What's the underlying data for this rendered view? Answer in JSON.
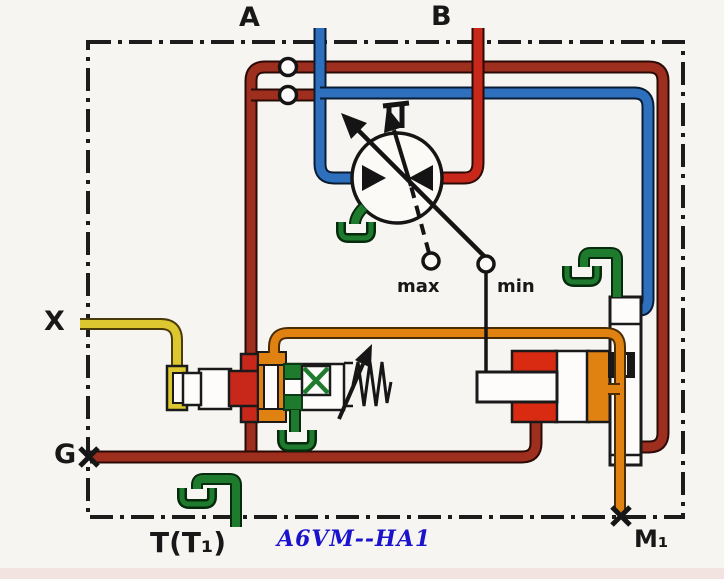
{
  "diagram": {
    "model_label": "A6VM--HA1",
    "ports": {
      "a": "A",
      "b": "B",
      "x": "X",
      "g": "G",
      "t": "T(T₁)",
      "m1": "M₁"
    },
    "displacement_labels": {
      "max": "max",
      "min": "min"
    },
    "colors": {
      "pressure_red": "#c8281a",
      "control_dark_red": "#9e2f1e",
      "line_blue": "#2e6fbe",
      "control_orange": "#e08212",
      "pilot_yellow": "#ddc730",
      "drain_green": "#1e7a2d",
      "line_black": "#1a1a1a",
      "title_blue": "#1a12cc",
      "background": "#f7f5f1"
    },
    "symbols": [
      "variable-displacement-motor",
      "drive-shaft",
      "orifice-nozzle",
      "ha1-pilot-control-valve",
      "adjustable-spring",
      "stroking-cylinder",
      "counterbalance-valve",
      "tank-drain",
      "plugged-port"
    ]
  }
}
